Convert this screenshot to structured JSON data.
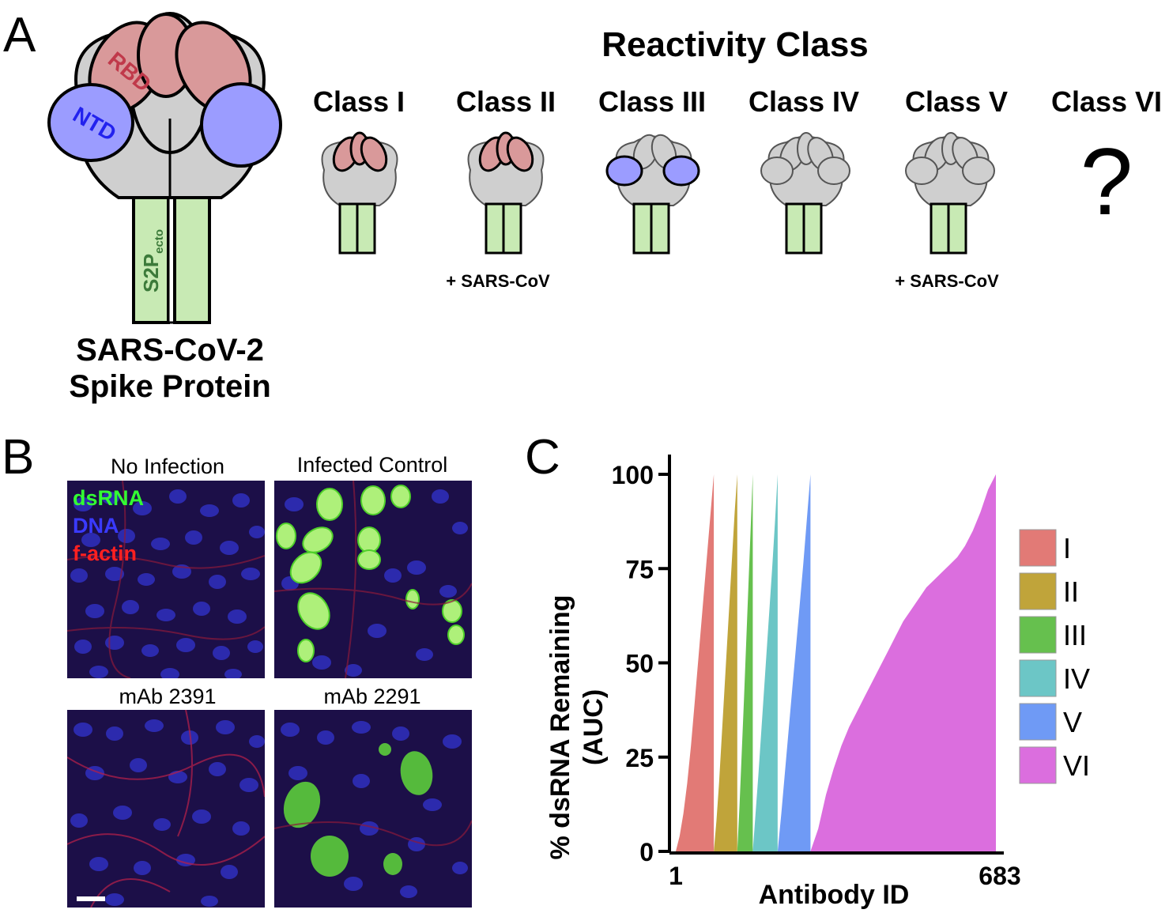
{
  "panels": {
    "a": "A",
    "b": "B",
    "c": "C"
  },
  "spike": {
    "rbd_label": "RBD",
    "ntd_label": "NTD",
    "s2p_main": "S2P",
    "s2p_sub": "ecto",
    "caption_line1": "SARS-CoV-2",
    "caption_line2": "Spike Protein"
  },
  "reactivity": {
    "title": "Reactivity Class",
    "classes": [
      {
        "label": "Class I",
        "note": ""
      },
      {
        "label": "Class II",
        "note": "+ SARS-CoV"
      },
      {
        "label": "Class III",
        "note": ""
      },
      {
        "label": "Class IV",
        "note": ""
      },
      {
        "label": "Class V",
        "note": "+ SARS-CoV"
      },
      {
        "label": "Class VI",
        "note": ""
      }
    ],
    "unknown_mark": "?"
  },
  "microscopy": {
    "titles": [
      "No Infection",
      "Infected Control",
      "mAb 2391",
      "mAb 2291"
    ],
    "channels": [
      {
        "name": "dsRNA",
        "color": "#33ff33"
      },
      {
        "name": "DNA",
        "color": "#3a3aff"
      },
      {
        "name": "f-actin",
        "color": "#ff2020"
      }
    ]
  },
  "chart_data": {
    "type": "area",
    "xlabel": "Antibody ID",
    "ylabel_line1": "% dsRNA Remaining",
    "ylabel_line2": "(AUC)",
    "x_ticks": [
      "1",
      "683"
    ],
    "xlim": [
      1,
      683
    ],
    "ylim": [
      0,
      100
    ],
    "y_ticks": [
      0,
      25,
      50,
      75,
      100
    ],
    "legend_position": "right",
    "series": [
      {
        "name": "I",
        "color": "#e27a76",
        "x_range": [
          1,
          82
        ],
        "values": [
          0,
          4,
          10,
          18,
          28,
          40,
          52,
          64,
          76,
          88,
          100
        ]
      },
      {
        "name": "II",
        "color": "#c0a43a",
        "x_range": [
          82,
          132
        ],
        "values": [
          0,
          8,
          18,
          30,
          42,
          54,
          66,
          78,
          90,
          100
        ]
      },
      {
        "name": "III",
        "color": "#66c04e",
        "x_range": [
          132,
          165
        ],
        "values": [
          0,
          12,
          26,
          40,
          55,
          70,
          85,
          100
        ]
      },
      {
        "name": "IV",
        "color": "#6cc6c6",
        "x_range": [
          165,
          218
        ],
        "values": [
          0,
          10,
          20,
          31,
          42,
          53,
          64,
          75,
          87,
          100
        ]
      },
      {
        "name": "V",
        "color": "#6f9af5",
        "x_range": [
          218,
          288
        ],
        "values": [
          0,
          10,
          21,
          32,
          43,
          54,
          65,
          76,
          88,
          100
        ]
      },
      {
        "name": "VI",
        "color": "#db6ede",
        "x_range": [
          288,
          683
        ],
        "values": [
          0,
          6,
          15,
          22,
          28,
          33,
          37,
          41,
          45,
          49,
          53,
          57,
          61,
          64,
          67,
          70,
          72,
          74,
          76,
          78,
          81,
          85,
          90,
          96,
          100
        ]
      }
    ]
  }
}
